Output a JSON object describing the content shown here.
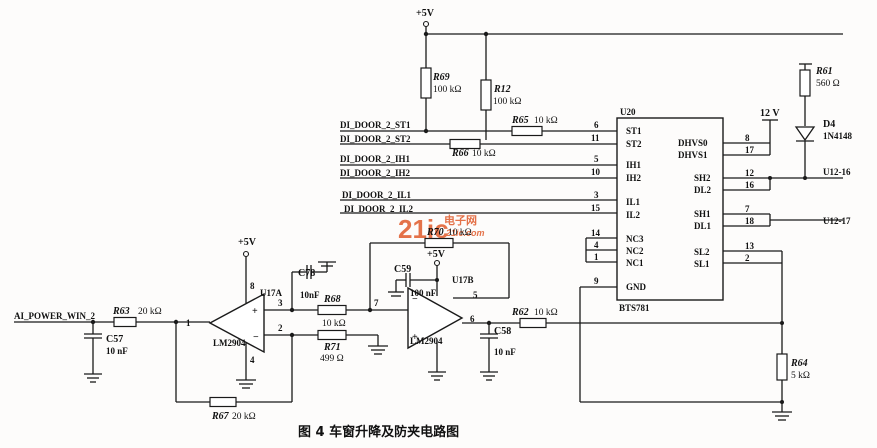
{
  "caption": "图 4  车窗升降及防夹电路图",
  "supply": {
    "plus5v": "+5V",
    "v12": "12 V"
  },
  "signals": {
    "st1": "DI_DOOR_2_ST1",
    "st2": "DI_DOOR_2_ST2",
    "ih1": "DI_DOOR_2_IH1",
    "ih2": "DI_DOOR_2_IH2",
    "il1": "DI_DOOR_2_IL1",
    "il2": "DI_DOOR_2_IL2",
    "ai_power": "AI_POWER_WIN_2",
    "u12_16": "U12-16",
    "u12_17": "U12-17"
  },
  "resistors": {
    "r69": {
      "name": "R69",
      "value": "100 kΩ"
    },
    "r12": {
      "name": "R12",
      "value": "100 kΩ"
    },
    "r65": {
      "name": "R65",
      "value": "10 kΩ"
    },
    "r66": {
      "name": "R66",
      "value": "10 kΩ"
    },
    "r70": {
      "name": "R70",
      "value": "10 kΩ"
    },
    "r63": {
      "name": "R63",
      "value": "20 kΩ"
    },
    "r68": {
      "name": "R68",
      "value": "10 kΩ"
    },
    "r71": {
      "name": "R71",
      "value": "499 Ω"
    },
    "r67": {
      "name": "R67",
      "value": "20 kΩ"
    },
    "r62": {
      "name": "R62",
      "value": "10 kΩ"
    },
    "r64": {
      "name": "R64",
      "value": "5 kΩ"
    },
    "r61": {
      "name": "R61",
      "value": "560 Ω"
    }
  },
  "capacitors": {
    "c57": {
      "name": "C57",
      "value": "10 nF"
    },
    "c78": {
      "name": "C78",
      "value": "10nF"
    },
    "c59": {
      "name": "C59",
      "value": "100 nF"
    },
    "c58": {
      "name": "C58",
      "value": "10 nF"
    }
  },
  "diode": {
    "name": "D4",
    "part": "1N4148"
  },
  "chip": {
    "ref": "U20",
    "part": "BTS781",
    "left_pins": [
      {
        "num": "6",
        "label": "ST1"
      },
      {
        "num": "11",
        "label": "ST2"
      },
      {
        "num": "5",
        "label": "IH1"
      },
      {
        "num": "10",
        "label": "IH2"
      },
      {
        "num": "3",
        "label": "IL1"
      },
      {
        "num": "15",
        "label": "IL2"
      },
      {
        "num": "14",
        "label": "NC3"
      },
      {
        "num": "4",
        "label": "NC2"
      },
      {
        "num": "1",
        "label": "NC1"
      },
      {
        "num": "9",
        "label": "GND"
      }
    ],
    "right_pins": [
      {
        "num": "8",
        "label": "DHVS0"
      },
      {
        "num": "17",
        "label": "DHVS1"
      },
      {
        "num": "12",
        "label": "SH2"
      },
      {
        "num": "16",
        "label": "DL2"
      },
      {
        "num": "7",
        "label": "SH1"
      },
      {
        "num": "18",
        "label": "DL1"
      },
      {
        "num": "13",
        "label": "SL2"
      },
      {
        "num": "2",
        "label": "SL1"
      }
    ]
  },
  "opamps": {
    "u17a": {
      "ref": "U17A",
      "part": "LM2904",
      "pin_out": "1",
      "pin_in_a": "3",
      "pin_in_b": "2",
      "pin_top": "8",
      "pin_bottom": "4"
    },
    "u17b": {
      "ref": "U17B",
      "part": "LM2904",
      "pin_out": "7",
      "pin_in_a": "5",
      "pin_in_b": "6"
    }
  },
  "watermark": {
    "brand": "21ic",
    "cn": "电子网",
    "site": "21ic.com"
  }
}
